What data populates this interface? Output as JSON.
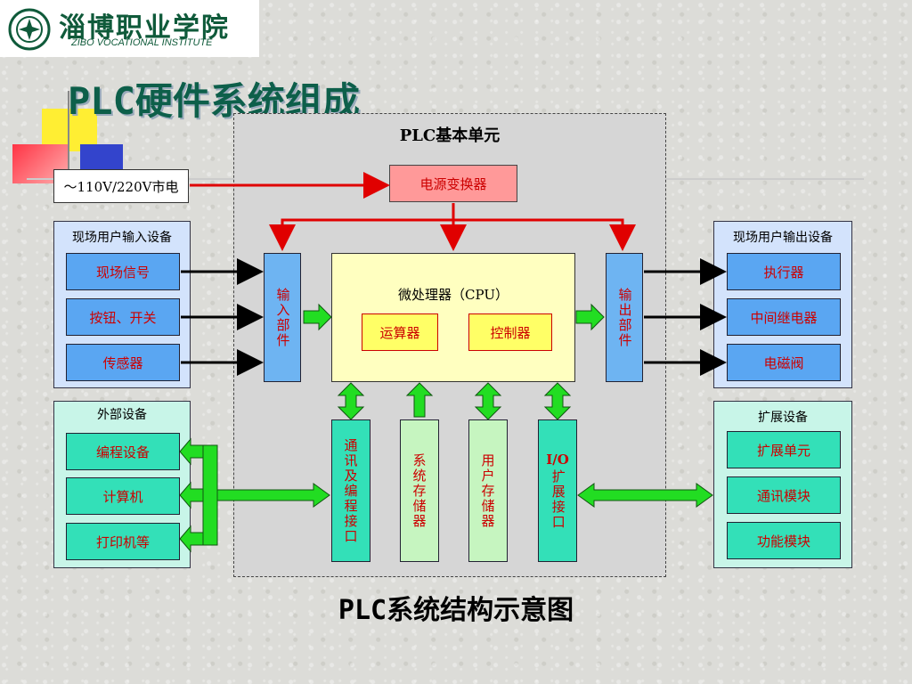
{
  "logo": {
    "cn": "淄博职业学院",
    "en": "ZIBO VOCATIONAL INSTITUTE"
  },
  "title": "PLC硬件系统组成",
  "caption": "PLC系统结构示意图",
  "base_unit": {
    "label": "PLC基本单元"
  },
  "mains": "～110V/220V市电",
  "power_converter": "电源变换器",
  "input_group": {
    "title": "现场用户输入设备",
    "items": [
      "现场信号",
      "按钮、开关",
      "传感器"
    ]
  },
  "output_group": {
    "title": "现场用户输出设备",
    "items": [
      "执行器",
      "中间继电器",
      "电磁阀"
    ]
  },
  "external_group": {
    "title": "外部设备",
    "items": [
      "编程设备",
      "计算机",
      "打印机等"
    ]
  },
  "expansion_group": {
    "title": "扩展设备",
    "items": [
      "扩展单元",
      "通讯模块",
      "功能模块"
    ]
  },
  "input_unit": "输入部件",
  "output_unit": "输出部件",
  "cpu": {
    "label": "微处理器（CPU）",
    "alu": "运算器",
    "controller": "控制器"
  },
  "bottom_modules": [
    "通讯及编程接口",
    "系统存储器",
    "用户存储器"
  ],
  "io_ext": {
    "line1": "I/O",
    "line2": "扩展接口"
  },
  "colors": {
    "arrow_red": "#e00000",
    "arrow_green": "#22dd22",
    "title_green": "#0d5f4a"
  }
}
